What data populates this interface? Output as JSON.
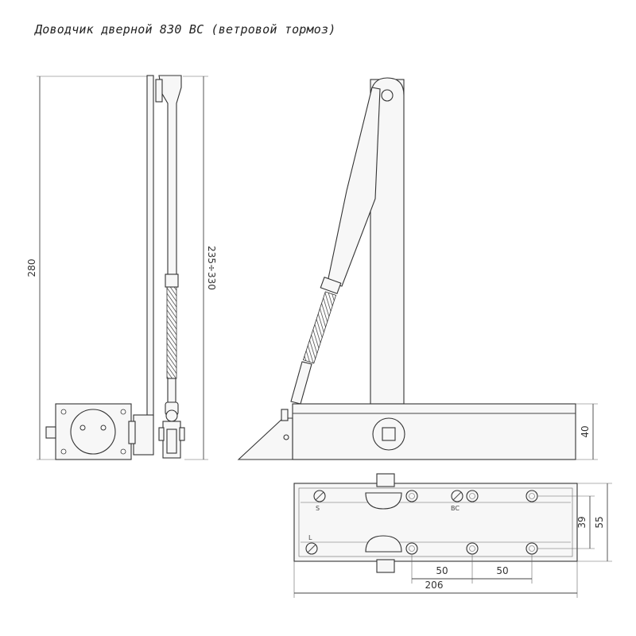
{
  "title": "Доводчик дверной 830 BC (ветровой тормоз)",
  "dimensions": {
    "total_height": "280",
    "arm_range": "235÷330",
    "body_height": "40",
    "plate_width": "55",
    "hole_spacing_vertical": "39",
    "hole_spacing_left": "50",
    "hole_spacing_right": "50",
    "total_length": "206"
  },
  "valve_labels": {
    "s": "S",
    "bc": "BC",
    "l": "L"
  }
}
